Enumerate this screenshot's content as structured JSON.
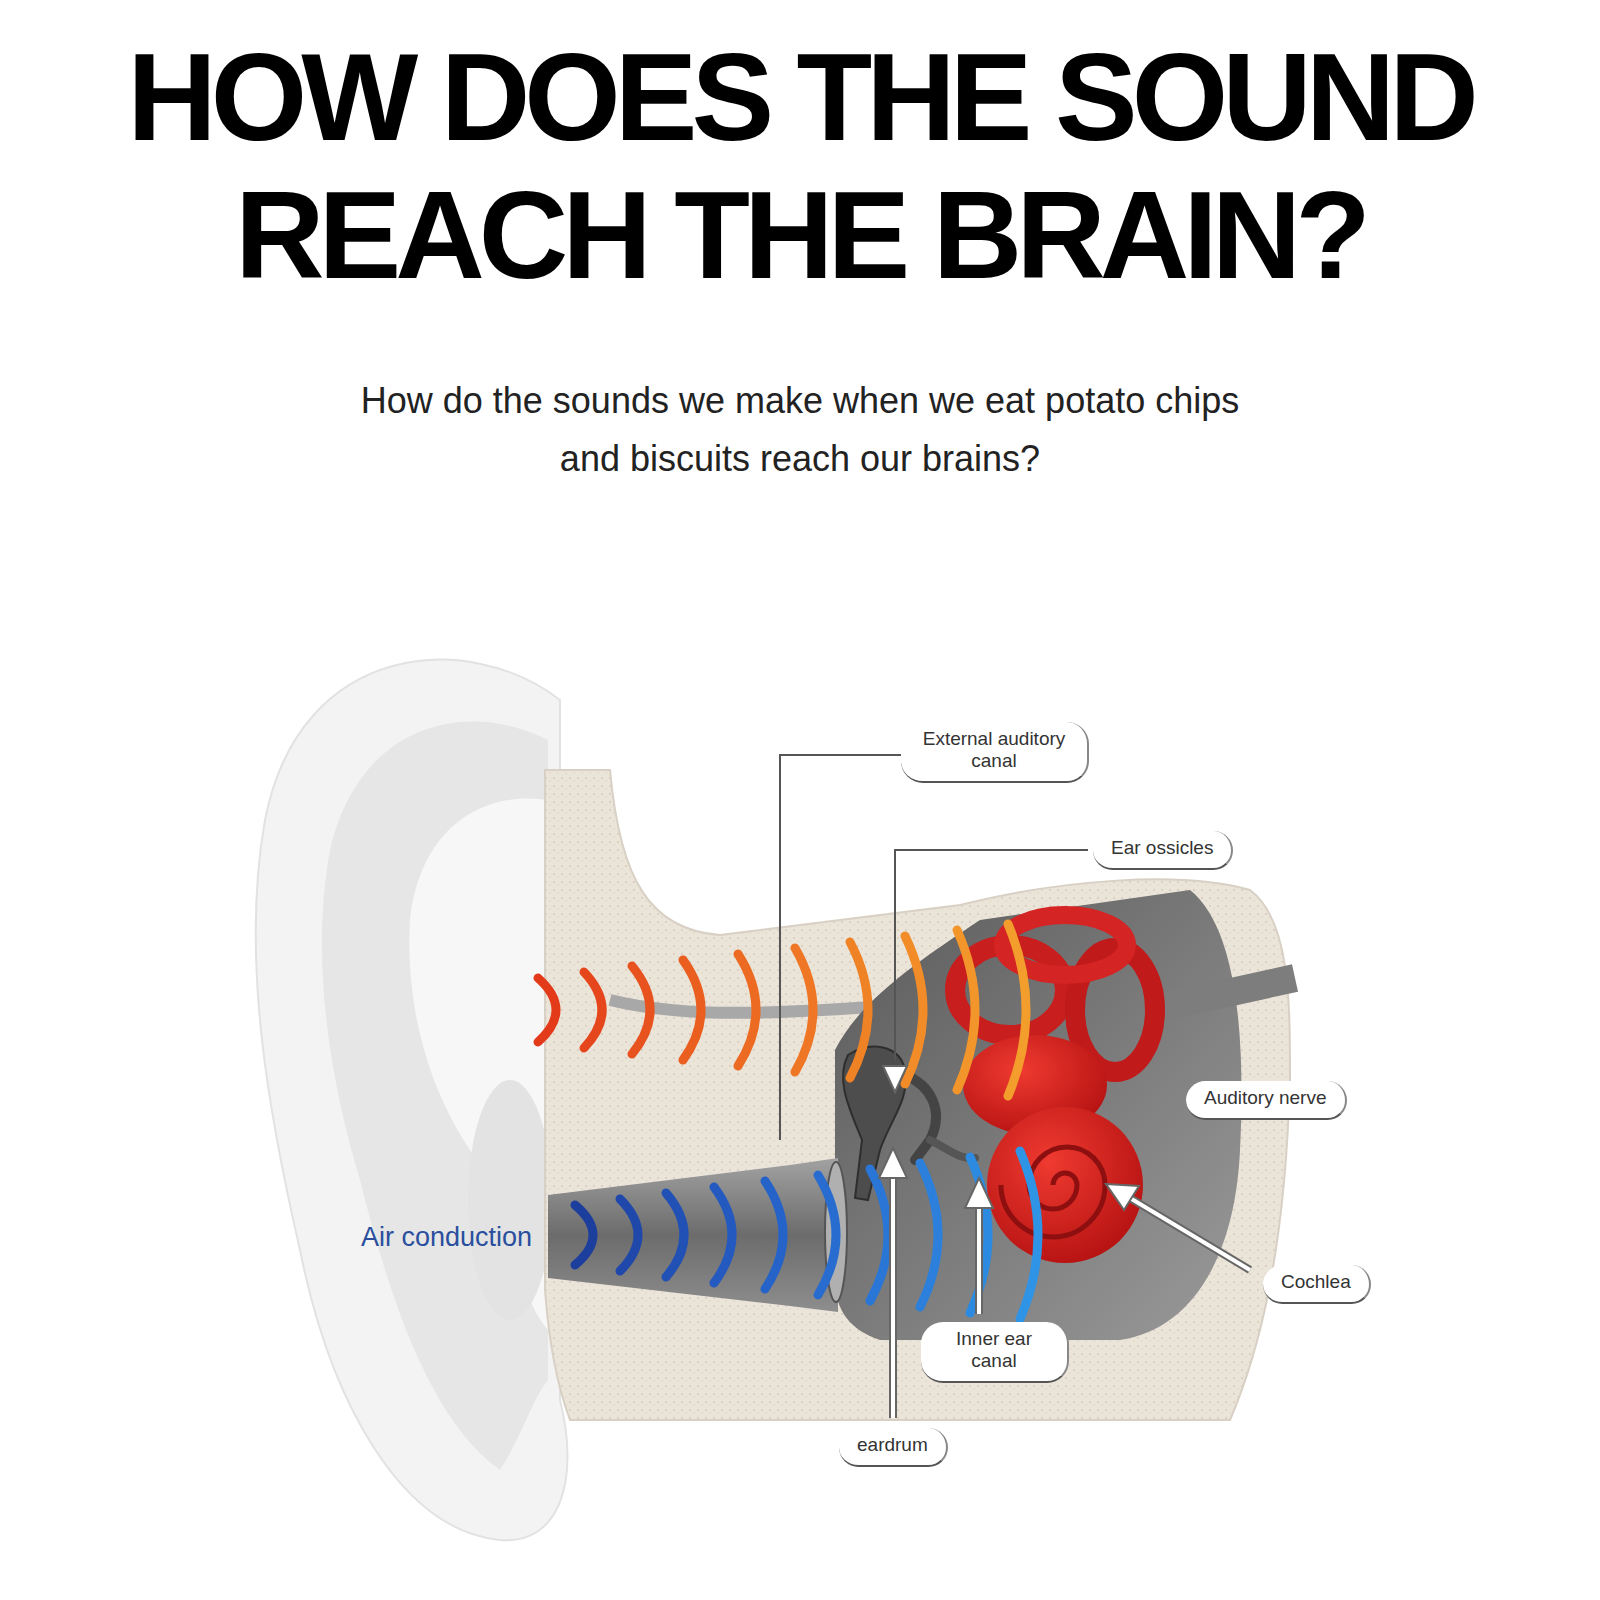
{
  "diagram": {
    "title": "HOW DOES THE SOUND REACH THE BRAIN?",
    "labels": [
      "How do the sounds we make when we eat potato chips and biscuits reach our brains?",
      "External auditory canal",
      "Ear ossicles",
      "Auditory nerve",
      "Cochlea",
      "Inner ear canal",
      "eardrum",
      "Air conduction"
    ]
  }
}
